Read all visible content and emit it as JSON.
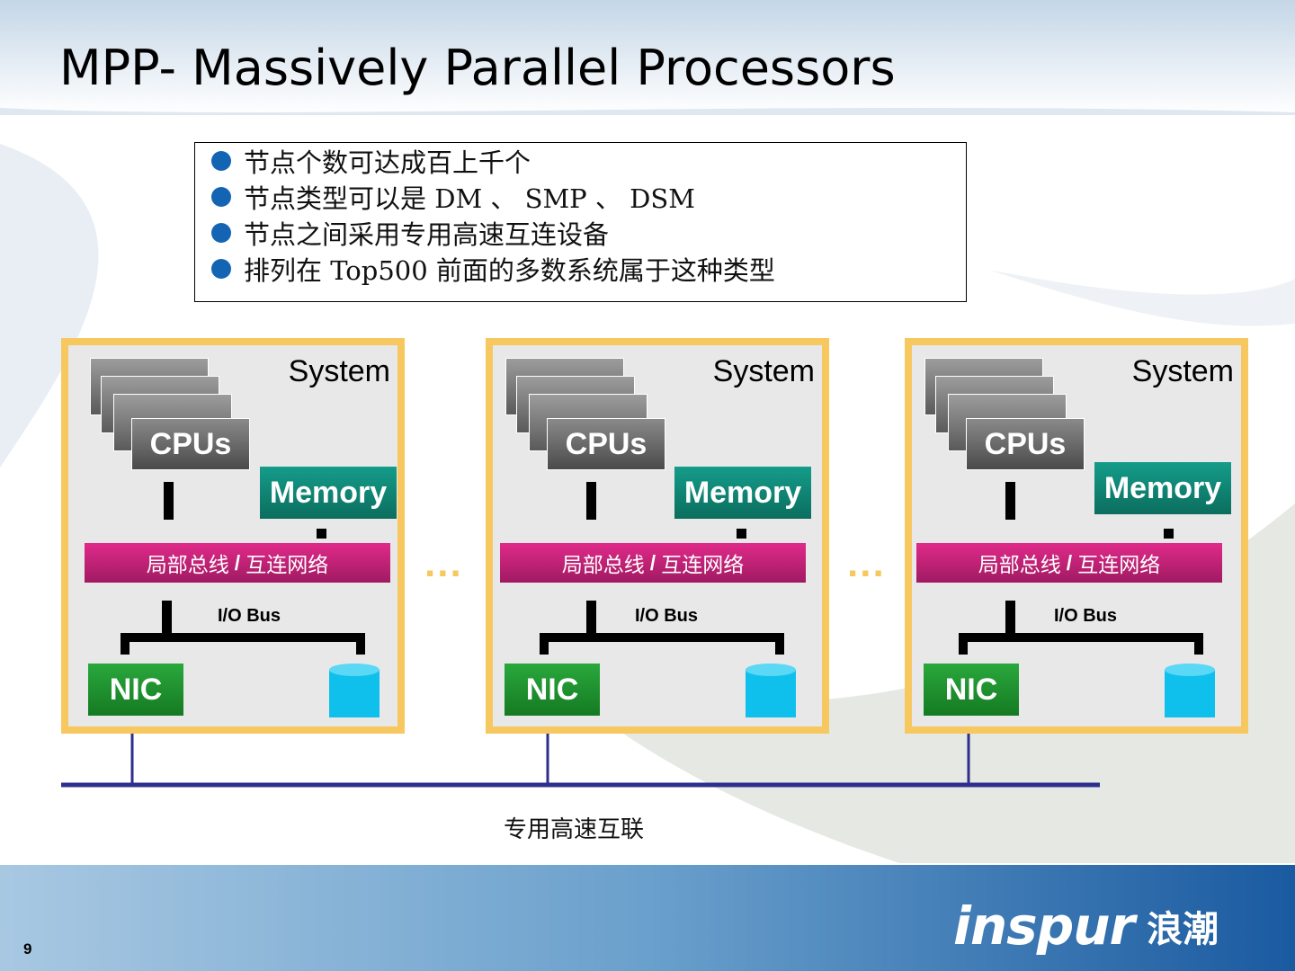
{
  "title": "MPP- Massively Parallel Processors",
  "bullets": [
    "节点个数可达成百上千个",
    "节点类型可以是 DM 、 SMP 、 DSM",
    "节点之间采用专用高速互连设备",
    "排列在 Top500 前面的多数系统属于这种类型"
  ],
  "system": {
    "label": "System",
    "cpus": "CPUs",
    "memory": "Memory",
    "bus_left": "局部总线",
    "bus_sep": "/",
    "bus_right": "互连网络",
    "io_bus": "I/O Bus",
    "nic": "NIC"
  },
  "ellipsis": "...",
  "interconnect_label": "专用高速互联",
  "page_number": "9",
  "logo": {
    "en": "inspur",
    "cn": "浪潮"
  },
  "colors": {
    "system_border": "#f8c860",
    "bus": "#c8206e",
    "memory": "#0f8a78",
    "nic": "#22962f",
    "disk": "#10c0ec",
    "interconnect": "#2e2e8c",
    "bullet": "#1464b4"
  }
}
